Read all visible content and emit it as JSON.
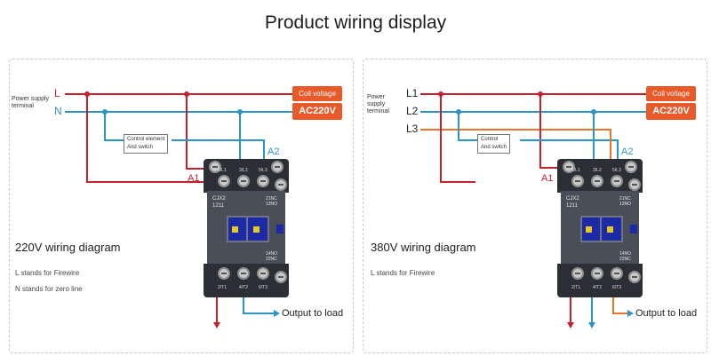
{
  "page": {
    "title": "Product wiring display"
  },
  "left": {
    "supply_label_1": "Power supply",
    "supply_label_2": "terminal",
    "line_L": "L",
    "line_N": "N",
    "coil_voltage": "Coil voltage",
    "voltage": "AC220V",
    "control_1": "Control element",
    "control_2": "And switch",
    "a1": "A1",
    "a2": "A2",
    "heading": "220V wiring diagram",
    "note_1": "L stands for Firewire",
    "note_2": "N stands for zero line",
    "output": "Output to load",
    "terminals_top": [
      "1/L1",
      "3/L2",
      "5/L3"
    ],
    "terminals_bottom": [
      "2/T1",
      "4/T2",
      "6/T3"
    ],
    "model": "CJX2",
    "model_num": "1211",
    "contact_top": "21NC",
    "contact_top2": "13NO",
    "contact_bottom": "14NO",
    "contact_bottom2": "22NC"
  },
  "right": {
    "supply_label_1": "Power",
    "supply_label_2": "supply",
    "supply_label_3": "terminal",
    "line_L1": "L1",
    "line_L2": "L2",
    "line_L3": "L3",
    "coil_voltage": "Coil voltage",
    "voltage": "AC220V",
    "control_1": "Control",
    "control_2": "And switch",
    "a1": "A1",
    "a2": "A2",
    "heading": "380V wiring diagram",
    "note_1": "L stands for Firewire",
    "output": "Output to load",
    "terminals_top": [
      "1/L1",
      "3/L2",
      "5/L3"
    ],
    "terminals_bottom": [
      "2/T1",
      "4/T2",
      "6/T3"
    ],
    "model": "CJX2",
    "model_num": "1211",
    "contact_top": "21NC",
    "contact_top2": "13NO",
    "contact_bottom": "14NO",
    "contact_bottom2": "22NC"
  },
  "colors": {
    "live": "#c8202a",
    "neutral": "#2a96c8",
    "third": "#e8742a",
    "accent": "#e85a2a"
  }
}
